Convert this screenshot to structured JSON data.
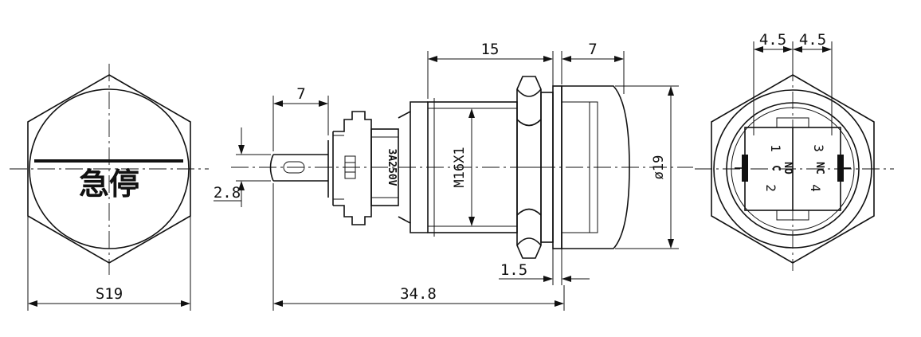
{
  "front_view": {
    "label": "急停",
    "width_dim": "S19"
  },
  "side_view": {
    "terminal_len": "7",
    "terminal_width": "2.8",
    "rating": "3A250V",
    "thread": "M16X1",
    "body_len": "15",
    "head_len": "7",
    "diameter": "ø19",
    "flange": "1.5",
    "total_len": "34.8"
  },
  "rear_view": {
    "pitch_left": "4.5",
    "pitch_right": "4.5",
    "term_1": "1",
    "term_2": "2",
    "term_3": "3",
    "term_4": "4",
    "contact_no": "NO",
    "contact_nc": "NC",
    "contact_c": "C"
  }
}
